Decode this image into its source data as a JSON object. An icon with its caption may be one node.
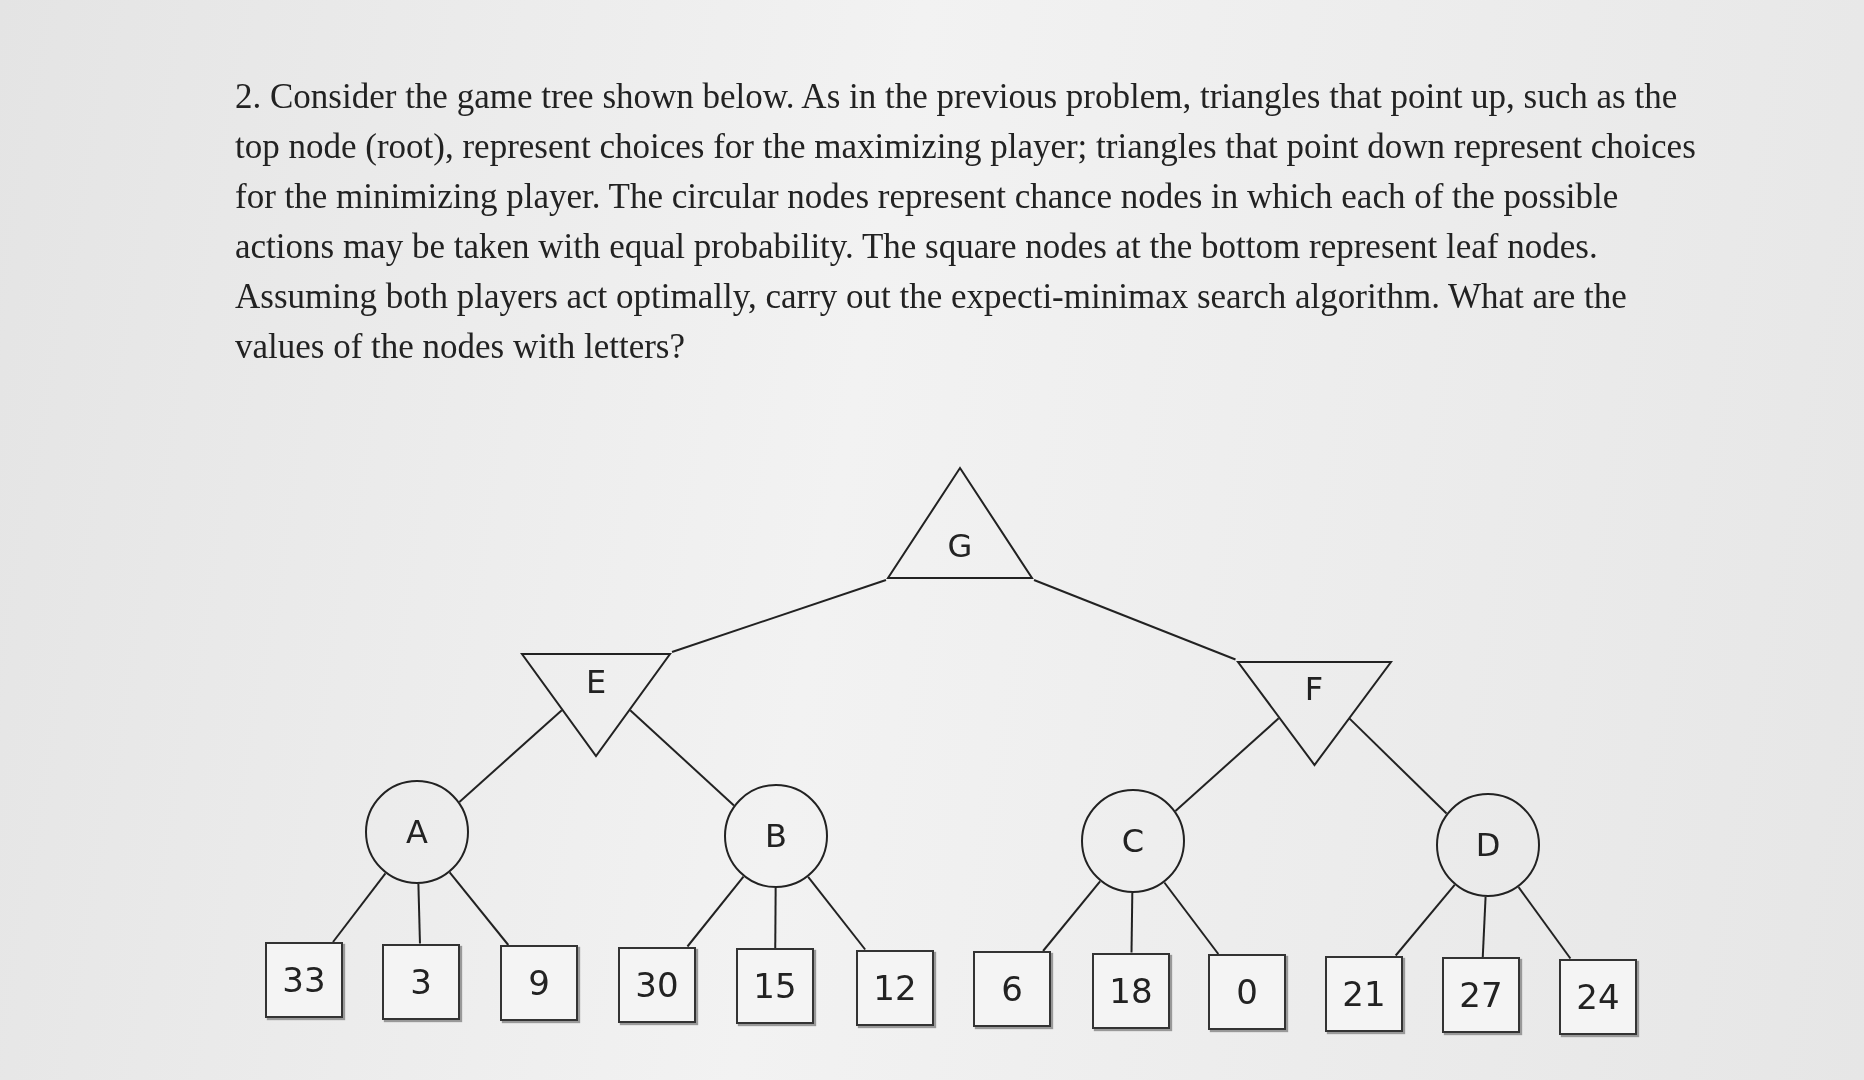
{
  "diagram": {
    "nodes": [
      {
        "text": [
          "G"
        ]
      },
      {
        "text": [
          "E"
        ]
      },
      {
        "text": [
          "F"
        ]
      },
      {
        "text": [
          "A"
        ]
      },
      {
        "text": [
          "B"
        ]
      },
      {
        "text": [
          "C"
        ]
      },
      {
        "text": [
          "D"
        ]
      },
      {
        "text": [
          "33"
        ]
      },
      {
        "text": [
          "3"
        ]
      },
      {
        "text": [
          "9"
        ]
      },
      {
        "text": [
          "30"
        ]
      },
      {
        "text": [
          "15"
        ]
      },
      {
        "text": [
          "12"
        ]
      },
      {
        "text": [
          "6"
        ]
      },
      {
        "text": [
          "18"
        ]
      },
      {
        "text": [
          "0"
        ]
      },
      {
        "text": [
          "21"
        ]
      },
      {
        "text": [
          "27"
        ]
      },
      {
        "text": [
          "24"
        ]
      }
    ],
    "edges": [
      {
        "from": 0,
        "to": 1,
        "arrow": "none"
      },
      {
        "from": 0,
        "to": 2,
        "arrow": "none"
      },
      {
        "from": 1,
        "to": 3,
        "arrow": "none"
      },
      {
        "from": 1,
        "to": 4,
        "arrow": "none"
      },
      {
        "from": 2,
        "to": 5,
        "arrow": "none"
      },
      {
        "from": 2,
        "to": 6,
        "arrow": "none"
      },
      {
        "from": 3,
        "to": 7,
        "arrow": "none"
      },
      {
        "from": 3,
        "to": 8,
        "arrow": "none"
      },
      {
        "from": 3,
        "to": 9,
        "arrow": "none"
      },
      {
        "from": 4,
        "to": 10,
        "arrow": "none"
      },
      {
        "from": 4,
        "to": 11,
        "arrow": "none"
      },
      {
        "from": 4,
        "to": 12,
        "arrow": "none"
      },
      {
        "from": 5,
        "to": 13,
        "arrow": "none"
      },
      {
        "from": 5,
        "to": 14,
        "arrow": "none"
      },
      {
        "from": 5,
        "to": 15,
        "arrow": "none"
      },
      {
        "from": 6,
        "to": 16,
        "arrow": "none"
      },
      {
        "from": 6,
        "to": 17,
        "arrow": "none"
      },
      {
        "from": 6,
        "to": 18,
        "arrow": "none"
      }
    ],
    "labels": [
      "2. Consider the game tree shown below. As in the previous problem, triangles that point up, such as the top node (root), represent choices for the maximizing player; triangles that point down represent choices for the minimizing player. The circular nodes represent chance nodes in which each of the possible actions may be taken with equal probability. The square nodes at the bottom represent leaf nodes. Assuming both players act optimally, carry out the expecti-minimax search algorithm. What are the values of the nodes with letters?"
    ]
  }
}
